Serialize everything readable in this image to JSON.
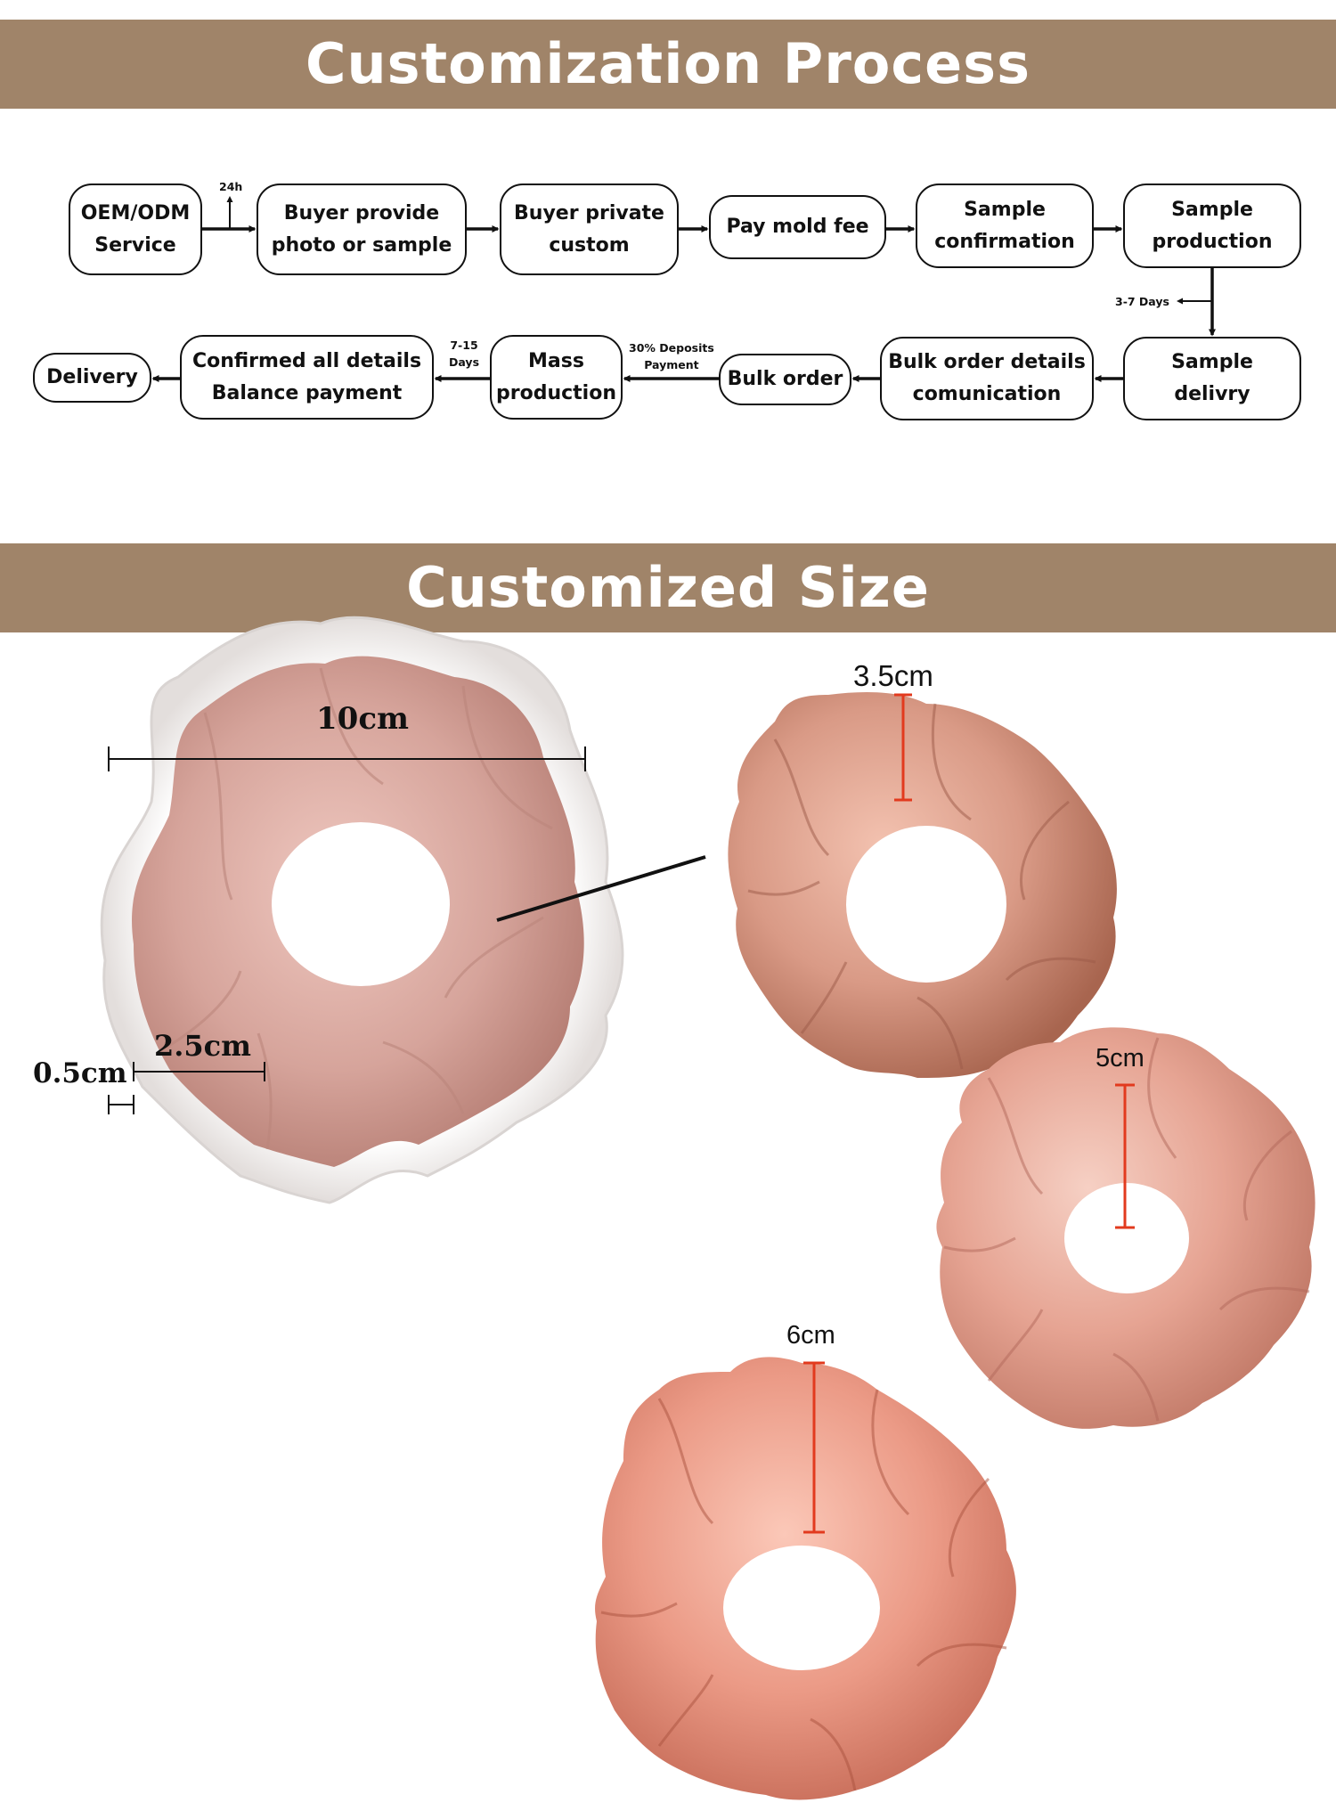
{
  "process": {
    "title": "Customization Process",
    "steps": [
      {
        "line1": "OEM/ODM",
        "line2": "Service"
      },
      {
        "line1": "Buyer provide",
        "line2": "photo or sample"
      },
      {
        "line1": "Buyer private",
        "line2": "custom"
      },
      {
        "line1": "Pay mold fee",
        "line2": ""
      },
      {
        "line1": "Sample",
        "line2": "confirmation"
      },
      {
        "line1": "Sample",
        "line2": "production"
      },
      {
        "line1": "Sample",
        "line2": "delivry"
      },
      {
        "line1": "Bulk order details",
        "line2": "comunication"
      },
      {
        "line1": "Bulk order",
        "line2": ""
      },
      {
        "line1": "Mass",
        "line2": "production"
      },
      {
        "line1": "Confirmed all details",
        "line2": "Balance payment"
      },
      {
        "line1": "Delivery",
        "line2": ""
      }
    ],
    "notes": {
      "hours": "24h",
      "sample_days": "3-7 Days",
      "deposit_line1": "30% Deposits",
      "deposit_line2": "Payment",
      "mass_days_line1": "7-15",
      "mass_days_line2": "Days"
    }
  },
  "size": {
    "title": "Customized Size",
    "width_label": "10cm",
    "inner_label": "2.5cm",
    "edge_label": "0.5cm",
    "heights": [
      "3.5cm",
      "5cm",
      "6cm"
    ]
  },
  "colors": {
    "banner": "#a08469",
    "measure_red": "#e23a1e",
    "silk_pink": "#e3a593",
    "silk_dusty": "#d6a49b",
    "trim_white": "#f4f2f1"
  }
}
